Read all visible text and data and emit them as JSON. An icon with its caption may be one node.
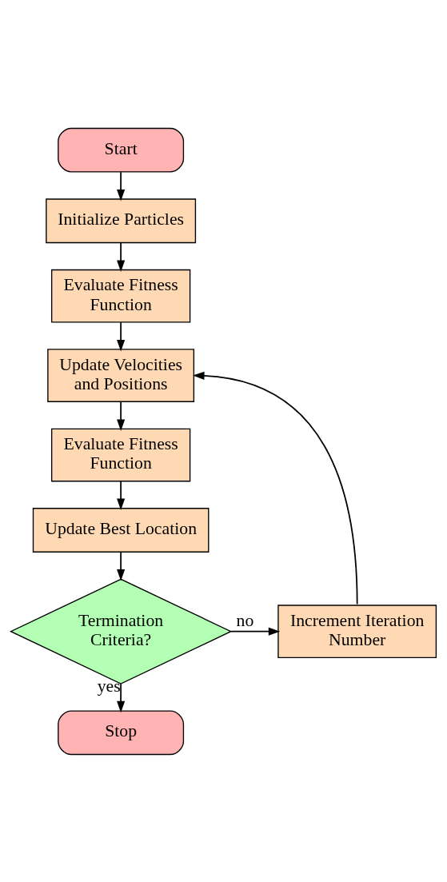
{
  "diagram": {
    "nodes": [
      {
        "text": [
          "Start"
        ]
      },
      {
        "text": [
          "Initialize Particles"
        ]
      },
      {
        "text": [
          "Evaluate Fitness Function"
        ]
      },
      {
        "text": [
          "Update Velocities and Positions"
        ]
      },
      {
        "text": [
          "Evaluate Fitness Function"
        ]
      },
      {
        "text": [
          "Update Best Location"
        ]
      },
      {
        "text": [
          "Termination Criteria?"
        ]
      },
      {
        "text": [
          "Increment Iteration Number"
        ]
      },
      {
        "text": [
          "Stop"
        ]
      }
    ],
    "edges": [
      {
        "from": 0,
        "to": 1,
        "arrow": "to"
      },
      {
        "from": 1,
        "to": 2,
        "arrow": "to"
      },
      {
        "from": 2,
        "to": 3,
        "arrow": "to"
      },
      {
        "from": 3,
        "to": 4,
        "arrow": "to"
      },
      {
        "from": 4,
        "to": 5,
        "arrow": "to"
      },
      {
        "from": 5,
        "to": 6,
        "arrow": "to"
      },
      {
        "from": 6,
        "to": 7,
        "arrow": "to",
        "label": "no"
      },
      {
        "from": 7,
        "to": 3,
        "arrow": "to"
      },
      {
        "from": 6,
        "to": 8,
        "arrow": "to",
        "label": "yes"
      }
    ]
  }
}
